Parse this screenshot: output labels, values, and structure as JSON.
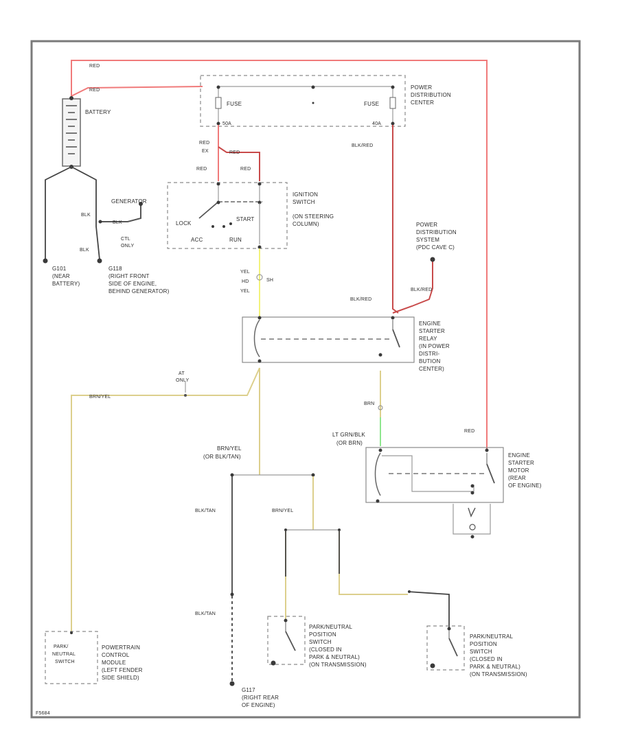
{
  "labels": {
    "red_top": "RED",
    "red_left": "RED",
    "battery": "BATTERY",
    "pdc_1": "POWER",
    "pdc_2": "DISTRIBUTION",
    "pdc_3": "CENTER",
    "fuse_left": "FUSE",
    "fuse_right": "FUSE",
    "fuse_left_amp": "50A",
    "fuse_right_amp": "40A",
    "red_ex": "RED",
    "ex": "EX",
    "red_c": "RED",
    "red_d": "RED",
    "blk_red_top": "BLK/RED",
    "ign_1": "IGNITION",
    "ign_2": "SWITCH",
    "ign_3": "(ON STEERING",
    "ign_4": "COLUMN)",
    "generator": "GENERATOR",
    "lock": "LOCK",
    "start": "START",
    "acc": "ACC",
    "run": "RUN",
    "blk1": "BLK",
    "blk2": "BLK",
    "blk_v": "BLK",
    "ctl_1": "CTL",
    "ctl_2": "ONLY",
    "gnd1_1": "G101",
    "gnd1_2": "(NEAR",
    "gnd1_3": "BATTERY)",
    "gnd2_1": "G118",
    "gnd2_2": "(RIGHT FRONT",
    "gnd2_3": "SIDE OF ENGINE,",
    "gnd2_4": "BEHIND GENERATOR)",
    "pds_1": "POWER",
    "pds_2": "DISTRIBUTION",
    "pds_3": "SYSTEM",
    "pds_4": "(PDC CAVE C)",
    "yel_1": "YEL",
    "yel_2": "HD",
    "yel_3": "YEL",
    "sh": "SH",
    "blk_red_mid": "BLK/RED",
    "blk_red_small": "BLK/RED",
    "esr_1": "ENGINE",
    "esr_2": "STARTER",
    "esr_3": "RELAY",
    "esr_4": "(IN POWER",
    "esr_5": "DISTRI-",
    "esr_6": "BUTION",
    "esr_7": "CENTER)",
    "at_1": "AT",
    "at_2": "ONLY",
    "brn_yel_left": "BRN/YEL",
    "brn_yel_mid_1": "BRN/YEL",
    "brn_yel_mid_2": "(OR BLK/TAN)",
    "brn_small": "BRN",
    "lt_grn": "LT GRN/BLK",
    "or_brn": "(OR BRN)",
    "red_right": "RED",
    "esm_1": "ENGINE",
    "esm_2": "STARTER",
    "esm_3": "MOTOR",
    "esm_4": "(REAR",
    "esm_5": "OF ENGINE)",
    "blk_tan_1": "BLK/TAN",
    "blk_tan_2": "BLK/TAN",
    "brn_yel_low": "BRN/YEL",
    "pcm_1": "PARK/",
    "pcm_2": "NEUTRAL",
    "pcm_3": "SWITCH",
    "pcm_4": "POWERTRAIN",
    "pcm_5": "CONTROL",
    "pcm_6": "MODULE",
    "pcm_7": "(LEFT FENDER",
    "pcm_8": "SIDE SHIELD)",
    "gnd3_1": "G117",
    "gnd3_2": "(RIGHT REAR",
    "gnd3_3": "OF ENGINE)",
    "pnp1_1": "PARK/NEUTRAL",
    "pnp1_2": "POSITION",
    "pnp1_3": "SWITCH",
    "pnp1_4": "(CLOSED IN",
    "pnp1_5": "PARK & NEUTRAL)",
    "pnp1_6": "(ON TRANSMISSION)",
    "pnp2_1": "PARK/NEUTRAL",
    "pnp2_2": "POSITION",
    "pnp2_3": "SWITCH",
    "pnp2_4": "(CLOSED IN",
    "pnp2_5": "PARK & NEUTRAL)",
    "pnp2_6": "(ON TRANSMISSION)",
    "corner": "F5684"
  }
}
